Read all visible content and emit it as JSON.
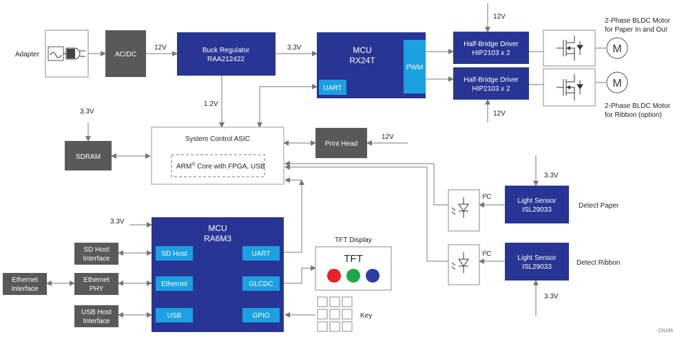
{
  "labels": {
    "adapter": "Adapter",
    "ac_dc": "AC/DC",
    "v12_adapter": "12V",
    "buck_title": "Buck Regulator",
    "buck_part": "RAA212422",
    "v33_buck_mcu": "3.3V",
    "v12_top": "12V",
    "v12_bottom": "12V",
    "v12_print": "12V",
    "v12_ribbon": "12V",
    "mcu_top_title": "MCU",
    "mcu_top_part": "RX24T",
    "pwm": "PWM",
    "uart_top": "UART",
    "hb1_title": "Half-Bridge Driver",
    "hb1_part": "HIP2103 x 2",
    "hb2_title": "Half-Bridge Driver",
    "hb2_part": "HIP2103 x 2",
    "motor1_symbol": "M",
    "motor2_symbol": "M",
    "motor1_line1": "2-Phase BLDC Motor",
    "motor1_line2": "for Paper In and Out",
    "motor2_line1": "2-Phase BLDC Motor",
    "motor2_line2": "for Ribbon (option)",
    "v12_asic": "1.2V",
    "v33_sdram": "3.3V",
    "sdram": "SDRAM",
    "asic_title": "System Control ASIC",
    "arm_prefix": "ARM",
    "arm_reg": "®",
    "arm_suffix": " Core with FPGA, USB",
    "print_head": "Print Head",
    "i2c_1": "I²C",
    "i2c_2": "I²C",
    "ls1_title": "Light Sensor",
    "ls1_part": "ISL29033",
    "ls2_title": "Light Sensor",
    "ls2_part": "ISL29033",
    "v33_ls1": "3.3V",
    "v33_ls2": "3.3V",
    "detect_paper": "Detect Paper",
    "detect_ribbon": "Detect Ribbon",
    "v33_ra6": "3.3V",
    "mcu_bot_title": "MCU",
    "mcu_bot_part": "RA6M3",
    "sd_host": "SD Host",
    "ethernet": "Ethernet",
    "usb": "USB",
    "uart_bot": "UART",
    "glcdc": "GLCDC",
    "gpio": "GPIO",
    "sd_if_1": "SD Host",
    "sd_if_2": "Interface",
    "eth_phy_1": "Ethernet",
    "eth_phy_2": "PHY",
    "eth_if_1": "Ethernet",
    "eth_if_2": "Interface",
    "usb_if_1": "USB Host",
    "usb_if_2": "Interface",
    "tft_display": "TFT Display",
    "tft": "TFT",
    "key": "Key",
    "code": "CN195"
  },
  "colors": {
    "navy": "#283594",
    "cyan": "#1ba1e2",
    "grey": "#595959",
    "line": "#777777",
    "red": "#e8202a",
    "green": "#1fa84a",
    "blue": "#2f3ca0"
  }
}
